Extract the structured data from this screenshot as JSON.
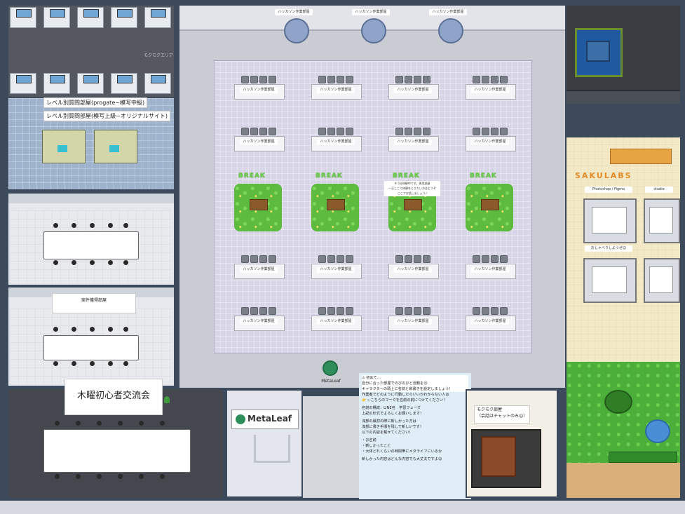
{
  "rooms": {
    "level_room_1": "レベル別質問部屋(progate~模写中級)",
    "level_room_2": "レベル別質問部屋(模写上級~オリジナルサイト)",
    "project_room": "案件獲得部屋",
    "thursday_meetup": "木曜初心者交流会",
    "mokumoku_room": "モクモク部屋\n（会話はチャットのみ☺）",
    "sakulabs": "SAKULABS",
    "photoshop_label": "Photoshop / Figma",
    "studio_label": "studio",
    "chat_label": "おしゃべりしようぜ☺",
    "mokumoku_area": "モクモクエリア"
  },
  "break_areas": [
    "BREAK",
    "BREAK",
    "BREAK",
    "BREAK"
  ],
  "break_sign": "※ 5分休憩中です。専用部屋\n一旦ここで休憩をとりたい方はどうぞ\nここでお話しましょう♪",
  "hackathon_sign": "ハッカソン作業部屋",
  "brand": {
    "logo_text": "MetaLeaf",
    "sign_text": "MetaLeaf",
    "accent": "#2f8f5b"
  },
  "notice": {
    "lines": [
      "⚠ 初めて…",
      "自分に合った部屋でのびのびと活動を☺",
      "キャラクターの頭上に名前と肩書きを設定しましょう！",
      "作業者でどのように行動したらいいかわからない人は",
      "👉 ←こちらのマークを名前の前につけてください！",
      "名前の構成：LINE名　学習フェーズ",
      "上記の形式でよろしくお願いします！",
      "浅部の最初の際に新しかった方は",
      "浅部に書き手順を残して新しいです！",
      "以下の内容を載せてください！",
      "・お名前",
      "・新しかったこと",
      "・大体どれくらいの時間帯にメタライフにいるか",
      "新しかった内容はどんな内容でも大丈夫ですよ☺"
    ]
  },
  "colors": {
    "wall": "#3d4a5c",
    "grass": "#5dbb3f",
    "hall_floor": "#d8d6e6",
    "beige_floor": "#f3e9c6"
  },
  "icons": [
    "leaf-logo-icon",
    "tree-icon",
    "pond-icon",
    "plant-icon",
    "computer-icon",
    "chair-icon"
  ]
}
